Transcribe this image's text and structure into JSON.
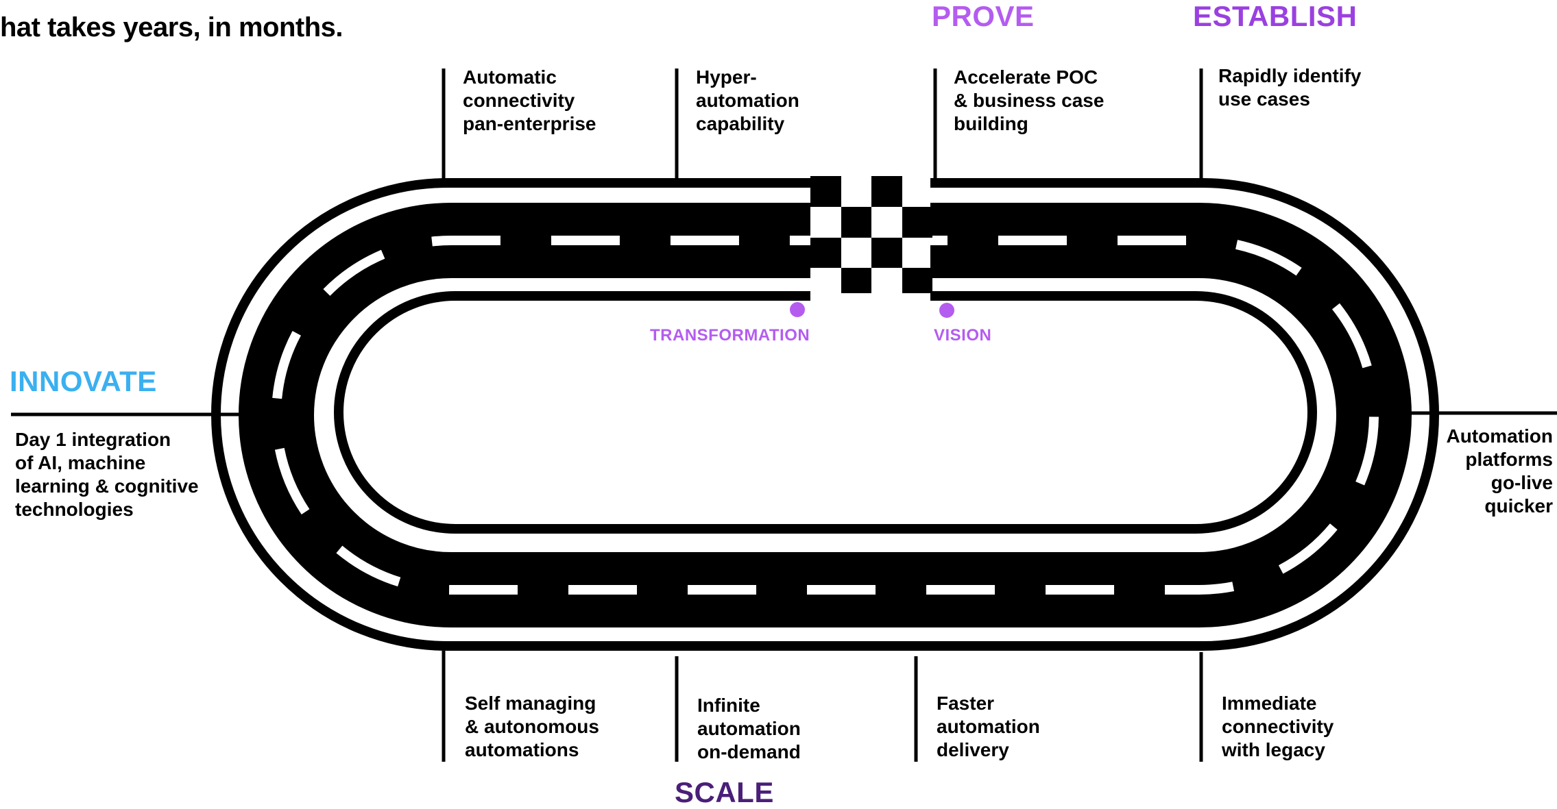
{
  "headline": "hat takes years, in months.",
  "colors": {
    "prove": "#b45cf0",
    "establish": "#9a40e0",
    "innovate": "#3ab0f0",
    "scale": "#4a1f78",
    "marker": "#b45cf0"
  },
  "phases": {
    "prove": "PROVE",
    "establish": "ESTABLISH",
    "innovate": "INNOVATE",
    "scale": "SCALE"
  },
  "markers": {
    "transformation": "TRANSFORMATION",
    "vision": "VISION"
  },
  "labels": {
    "automatic_connectivity": "Automatic\nconnectivity\npan-enterprise",
    "hyper_automation": "Hyper-\nautomation\ncapability",
    "accelerate_poc": "Accelerate POC\n& business case\nbuilding",
    "rapidly_identify": "Rapidly identify\nuse cases",
    "day1_integration": "Day 1 integration\nof AI, machine\nlearning & cognitive\ntechnologies",
    "platforms_go_live": "Automation\nplatforms\ngo-live\nquicker",
    "self_managing": "Self managing\n& autonomous\nautomations",
    "infinite_automation": "Infinite\nautomation\non-demand",
    "faster_delivery": "Faster\nautomation\ndelivery",
    "immediate_connectivity": "Immediate\nconnectivity\nwith legacy"
  }
}
